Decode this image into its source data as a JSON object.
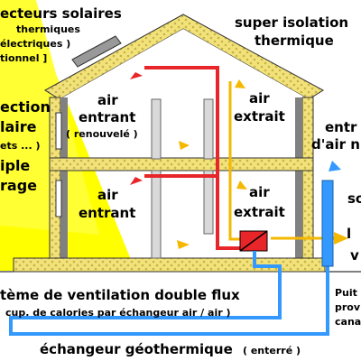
{
  "colors": {
    "sun": "#ffff00",
    "insulation": "#f2e27a",
    "wall": "#808080",
    "red_pipe": "#e8262a",
    "blue_pipe": "#3399ff",
    "yellow_arrow": "#f5b800",
    "exchanger": "#e8262a"
  },
  "labels": {
    "solar_1": "ecteurs solaires",
    "solar_2": "thermiques",
    "solar_3": "électriques )",
    "solar_4": "tionnel ]",
    "super_1": "super isolation",
    "super_2": "thermique",
    "protect_1": "ection",
    "protect_2": "laire",
    "protect_3": "ets ... )",
    "triple_1": "iple",
    "triple_2": "rage",
    "air_in_up_1": "air",
    "air_in_up_2": "entrant",
    "air_in_up_3": "( renouvelé )",
    "air_out_up_1": "air",
    "air_out_up_2": "extrait",
    "air_in_dn_1": "air",
    "air_in_dn_2": "entrant",
    "air_out_dn_1": "air",
    "air_out_dn_2": "extrait",
    "entree_1": "entr",
    "entree_2": "d'air n",
    "right_so": "so",
    "right_l": "l",
    "right_v": "v",
    "vmc_1": "tème de ventilation double flux",
    "vmc_2": "cup. de calories par échangeur air / air )",
    "puit_1": "Puit",
    "puit_2": "prov",
    "puit_3": "cana",
    "geo_main": "échangeur géothermique",
    "geo_sub": "( enterré )"
  }
}
